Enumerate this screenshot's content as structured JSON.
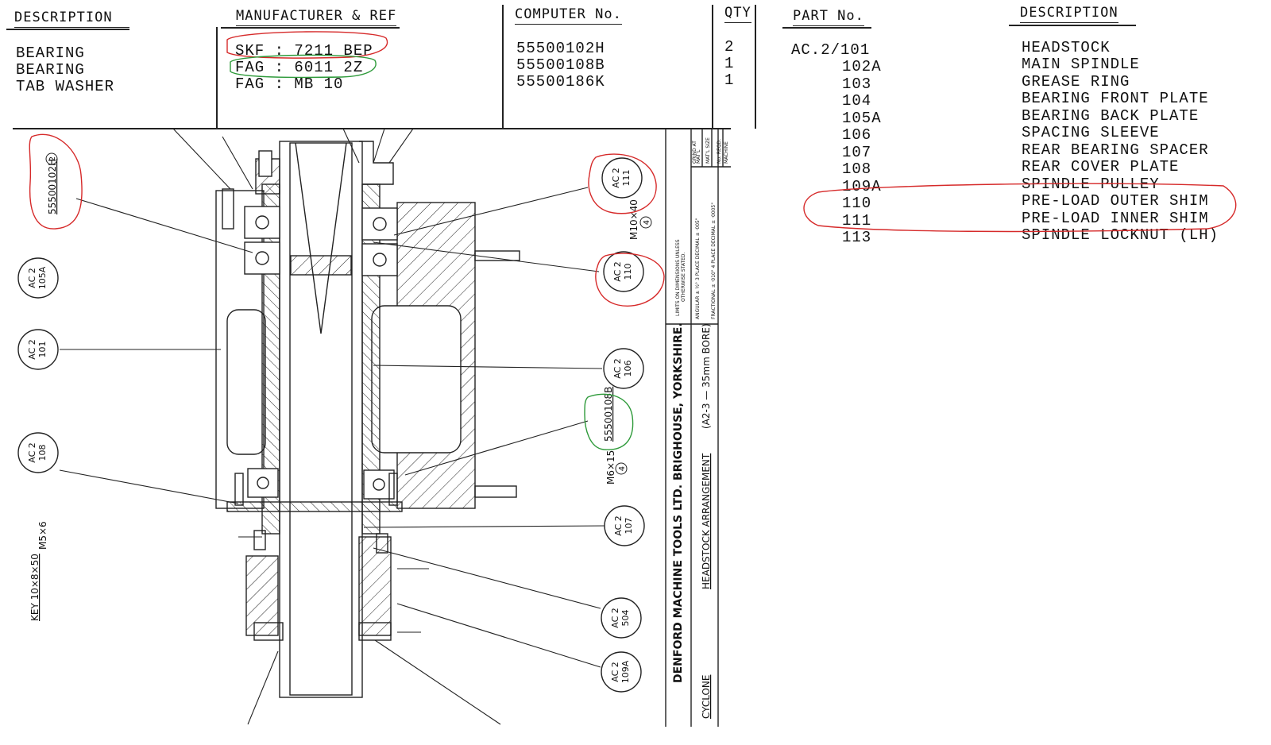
{
  "left_table": {
    "headers": {
      "description": "DESCRIPTION",
      "manufacturer": "MANUFACTURER & REF",
      "computer": "COMPUTER No.",
      "qty": "QTY"
    },
    "rows": [
      {
        "description": "BEARING",
        "manufacturer": "SKF : 7211 BEP",
        "computer": "55500102H",
        "qty": "2"
      },
      {
        "description": "BEARING",
        "manufacturer": "FAG : 6011 2Z",
        "computer": "55500108B",
        "qty": "1"
      },
      {
        "description": "TAB WASHER",
        "manufacturer": "FAG : MB 10",
        "computer": "55500186K",
        "qty": "1"
      }
    ]
  },
  "right_table": {
    "headers": {
      "part": "PART No.",
      "description": "DESCRIPTION"
    },
    "rows": [
      {
        "part": "AC.2/101",
        "description": "HEADSTOCK"
      },
      {
        "part": "102A",
        "description": "MAIN SPINDLE"
      },
      {
        "part": "103",
        "description": "GREASE RING"
      },
      {
        "part": "104",
        "description": "BEARING FRONT PLATE"
      },
      {
        "part": "105A",
        "description": "BEARING BACK PLATE"
      },
      {
        "part": "106",
        "description": "SPACING SLEEVE"
      },
      {
        "part": "107",
        "description": "REAR BEARING SPACER"
      },
      {
        "part": "108",
        "description": "REAR COVER PLATE"
      },
      {
        "part": "109A",
        "description": "SPINDLE PULLEY"
      },
      {
        "part": "110",
        "description": "PRE-LOAD OUTER SHIM"
      },
      {
        "part": "111",
        "description": "PRE-LOAD INNER SHIM"
      },
      {
        "part": "113",
        "description": "SPINDLE LOCKNUT (LH)"
      }
    ]
  },
  "drawing": {
    "balloons": [
      {
        "top": "AC 2",
        "bottom": "105A"
      },
      {
        "top": "AC 2",
        "bottom": "101"
      },
      {
        "top": "AC 2",
        "bottom": "108"
      },
      {
        "top": "AC 2",
        "bottom": "111"
      },
      {
        "top": "AC 2",
        "bottom": "110"
      },
      {
        "top": "AC 2",
        "bottom": "106"
      },
      {
        "top": "AC 2",
        "bottom": "107"
      },
      {
        "top": "AC 2",
        "bottom": "504"
      },
      {
        "top": "AC 2",
        "bottom": "109A"
      }
    ],
    "bearing_ref_top": "55500102H",
    "bearing_ref_top_qty": "2",
    "bearing_ref_mid": "55500108B",
    "screw_m10": "M10×40",
    "screw_m10_qty": "4",
    "screw_m6": "M6×15",
    "screw_m6_qty": "4",
    "screw_m5": "M5×6",
    "key": "KEY 10×8×50"
  },
  "title_block": {
    "company": "DENFORD  MACHINE  TOOLS  LTD.   BRIGHOUSE,  YORKSHIRE.",
    "title": "HEADSTOCK  ARRANGEMENT",
    "subtitle": "(A2-3 — 35mm BORE)",
    "machine": "CYCLONE",
    "limits_1": "LIMITS ON DIMENSIONS UNLESS",
    "limits_2": "OTHERWISE STATED.",
    "limits_3": "ANGULAR ± ½°   3 PLACE DECIMAL ± ·005\"",
    "limits_4": "FRACTIONAL ± ·010\"   4 PLACE DECIMAL ± ·0005\"",
    "side_1": "MAT'L",
    "side_2": "MAT'L SIZE",
    "side_3": "No. REQD.",
    "side_4": "MACHINE",
    "side_5": "GRIND AT"
  },
  "colors": {
    "red_markup": "#d62a2a",
    "green_markup": "#2e9a3a",
    "ink": "#111111"
  }
}
